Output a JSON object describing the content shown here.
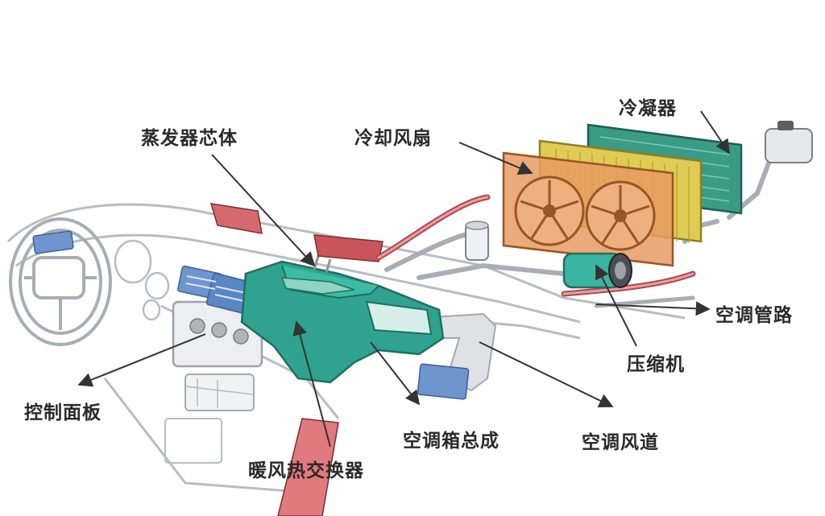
{
  "labels": {
    "condenser": "冷凝器",
    "cooling_fan": "冷却风扇",
    "evaporator_core": "蒸发器芯体",
    "ac_pipeline": "空调管路",
    "compressor": "压缩机",
    "control_panel": "控制面板",
    "ac_box_assembly": "空调箱总成",
    "ac_duct": "空调风道",
    "heater_core": "暖风热交换器"
  },
  "colors": {
    "hvac_box": "#2fa38f",
    "vents": "#5b86c4",
    "condenser": "#2f8a78",
    "radiator": "#d8c44a",
    "fan": "#d9844b",
    "hose": "#c9555a",
    "label_text": "#2a2a2a"
  }
}
